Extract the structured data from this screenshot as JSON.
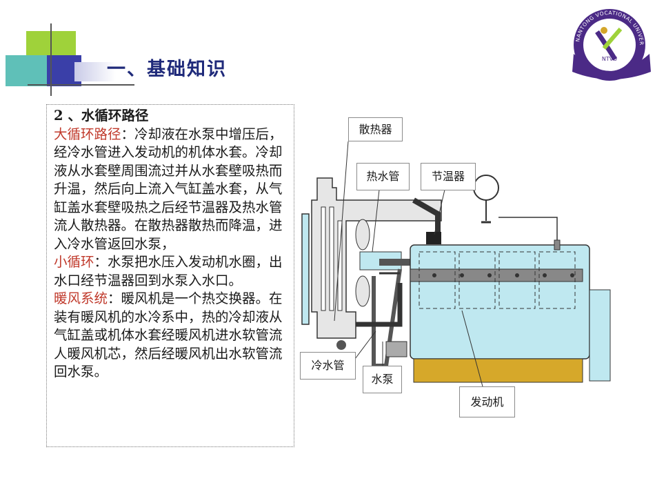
{
  "slide": {
    "title": "一、基础知识",
    "logo": {
      "text": "NANTONG VOCATIONAL UNIVERSITY",
      "abbr": "NTVU"
    }
  },
  "content": {
    "heading": "2 、水循环路径",
    "big_cycle_label": "大循环路径",
    "big_cycle_text": "：冷却液在水泵中增压后，经冷水管进入发动机的机体水套。冷却液从水套壁周围流过并从水套壁吸热而升温，然后向上流入气缸盖水套，从气缸盖水套壁吸热之后经节温器及热水管流人散热器。在散热器散热而降温，进入冷水管返回水泵，",
    "small_cycle_label": "小循环",
    "small_cycle_text": "：水泵把水压入发动机水圈，出水口经节温器回到水泵入水口。",
    "heater_label": "暖风系统",
    "heater_text": "：暖风机是一个热交换器。在装有暖风机的水冷系中，热的冷却液从气缸盖或机体水套经暖风机进水软管流人暖风机芯，然后经暖风机出水软管流回水泵。"
  },
  "diagram": {
    "labels": {
      "radiator": "散热器",
      "hot_pipe": "热水管",
      "thermostat": "节温器",
      "cold_pipe": "冷水管",
      "pump": "水泵",
      "engine": "发动机"
    }
  },
  "colors": {
    "title": "#1f2a7a",
    "keyword": "#c0392b",
    "water": "#bfe8f0",
    "oil": "#d6a82a"
  }
}
